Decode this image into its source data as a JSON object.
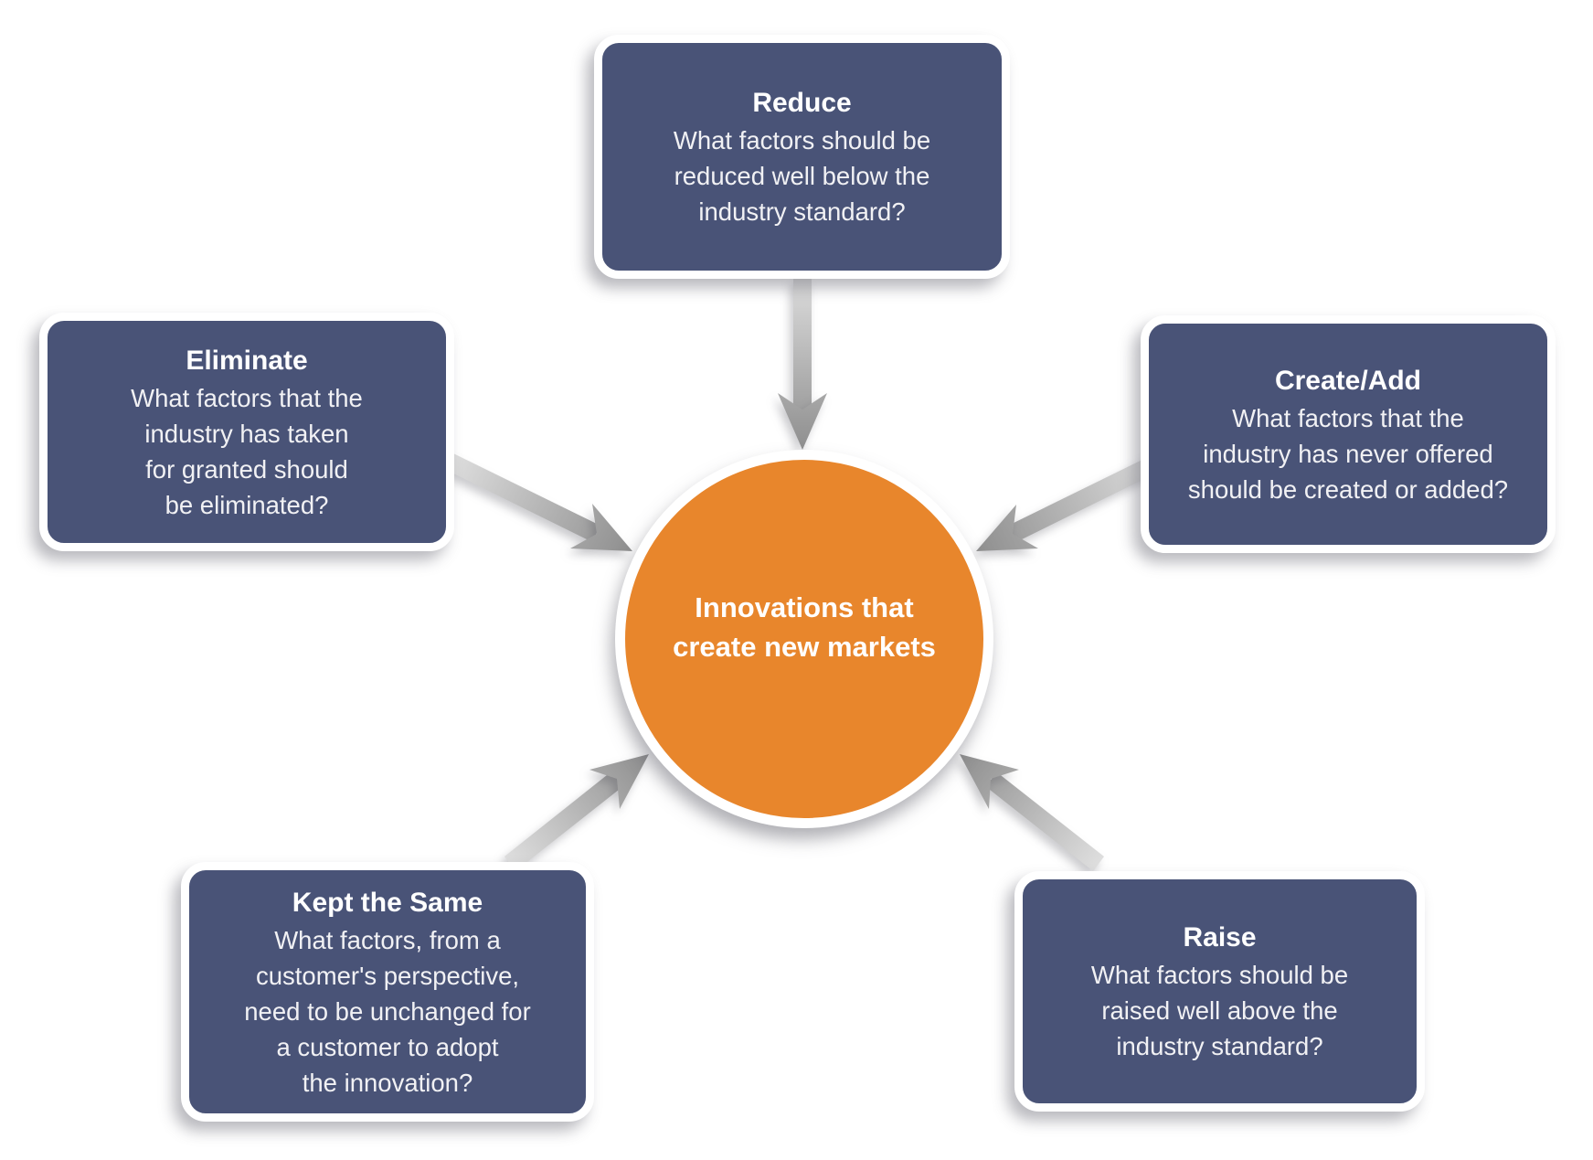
{
  "diagram": {
    "center": {
      "lines": [
        "Innovations that",
        "create new markets"
      ]
    },
    "nodes": {
      "reduce": {
        "title": "Reduce",
        "lines": [
          "What factors should be",
          "reduced well below the",
          "industry standard?"
        ]
      },
      "eliminate": {
        "title": "Eliminate",
        "lines": [
          "What factors that the",
          "industry has taken",
          "for granted should",
          "be eliminated?"
        ]
      },
      "create_add": {
        "title": "Create/Add",
        "lines": [
          "What factors that the",
          "industry has never offered",
          "should be created or added?"
        ]
      },
      "kept_same": {
        "title": "Kept the Same",
        "lines": [
          "What factors, from a",
          "customer's perspective,",
          "need to be unchanged for",
          "a customer to adopt",
          "the innovation?"
        ]
      },
      "raise": {
        "title": "Raise",
        "lines": [
          "What factors should be",
          "raised well above the",
          "industry standard?"
        ]
      }
    }
  },
  "colors": {
    "box_fill": "#495377",
    "box_border": "#FFFFFF",
    "circle_fill": "#E8862C",
    "arrow_light": "#DEDEDE",
    "arrow_dark": "#8E8E8E",
    "title_text": "#FFFFFF",
    "body_text": "#F1F1F4",
    "background": "#FFFFFF"
  }
}
